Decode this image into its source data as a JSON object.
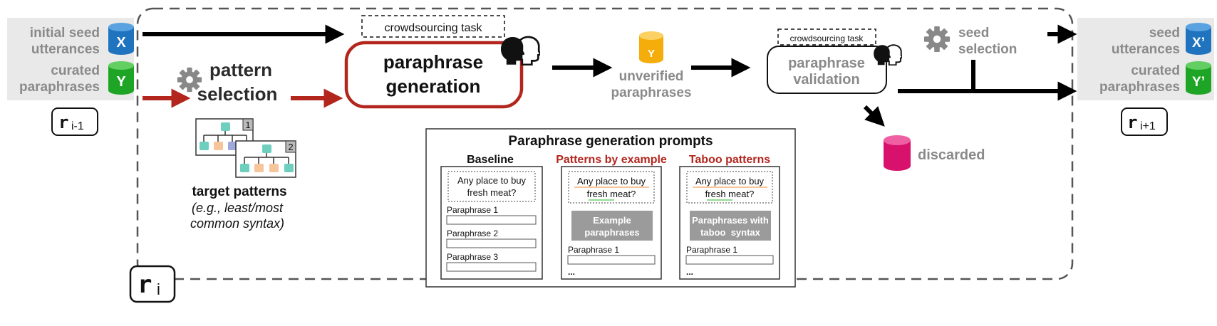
{
  "colors": {
    "blue": "#1f73bf",
    "green": "#1fa526",
    "yellow": "#f4ad0a",
    "magenta": "#d8126c",
    "red": "#b3261e",
    "gray_text": "#8a8a8a",
    "panel_bg": "#e9e9e9"
  },
  "left_inputs": {
    "seed_line1": "initial seed",
    "seed_line2": "utterances",
    "seed_cylinder": "X",
    "curated_line1": "curated",
    "curated_line2": "paraphrases",
    "curated_cylinder": "Y",
    "round_label": "r",
    "round_sub": "i-1"
  },
  "current_round": {
    "label": "r",
    "sub": "i"
  },
  "pattern_selection": {
    "line1": "pattern",
    "line2": "selection",
    "icon": "gear-icon"
  },
  "target_patterns": {
    "tree1_number": "1",
    "tree2_number": "2",
    "title": "target patterns",
    "example_line1": "(e.g., least/most",
    "example_line2": "common syntax)"
  },
  "generation": {
    "task_label": "crowdsourcing task",
    "line1": "paraphrase",
    "line2": "generation",
    "icon": "crowd-icon"
  },
  "unverified": {
    "cylinder": "Y",
    "line1": "unverified",
    "line2": "paraphrases"
  },
  "validation": {
    "task_label": "crowdsourcing task",
    "line1": "paraphrase",
    "line2": "validation",
    "icon": "crowd-icon"
  },
  "seed_selection": {
    "line1": "seed",
    "line2": "selection",
    "icon": "gear-icon"
  },
  "discarded": {
    "label": "discarded"
  },
  "prompts": {
    "title": "Paraphrase generation prompts",
    "baseline": {
      "heading": "Baseline",
      "question_line1": "Any place to buy",
      "question_line2": "fresh meat?",
      "fields": [
        "Paraphrase 1",
        "Paraphrase 2",
        "Paraphrase 3"
      ]
    },
    "by_example": {
      "heading": "Patterns by example",
      "question_line1": "Any place to buy",
      "question_line2": "fresh meat?",
      "box_line1": "Example",
      "box_line2": "paraphrases",
      "field": "Paraphrase 1",
      "ellipsis": "..."
    },
    "taboo": {
      "heading": "Taboo patterns",
      "question_line1": "Any place to buy",
      "question_line2": "fresh meat?",
      "box_line1": "Paraphrases with",
      "box_line2": "taboo  syntax",
      "field": "Paraphrase 1",
      "ellipsis": "..."
    }
  },
  "right_outputs": {
    "seed_line1": "seed",
    "seed_line2": "utterances",
    "seed_cylinder": "X’",
    "curated_line1": "curated",
    "curated_line2": "paraphrases",
    "curated_cylinder": "Y’",
    "round_label": "r",
    "round_sub": "i+1"
  }
}
